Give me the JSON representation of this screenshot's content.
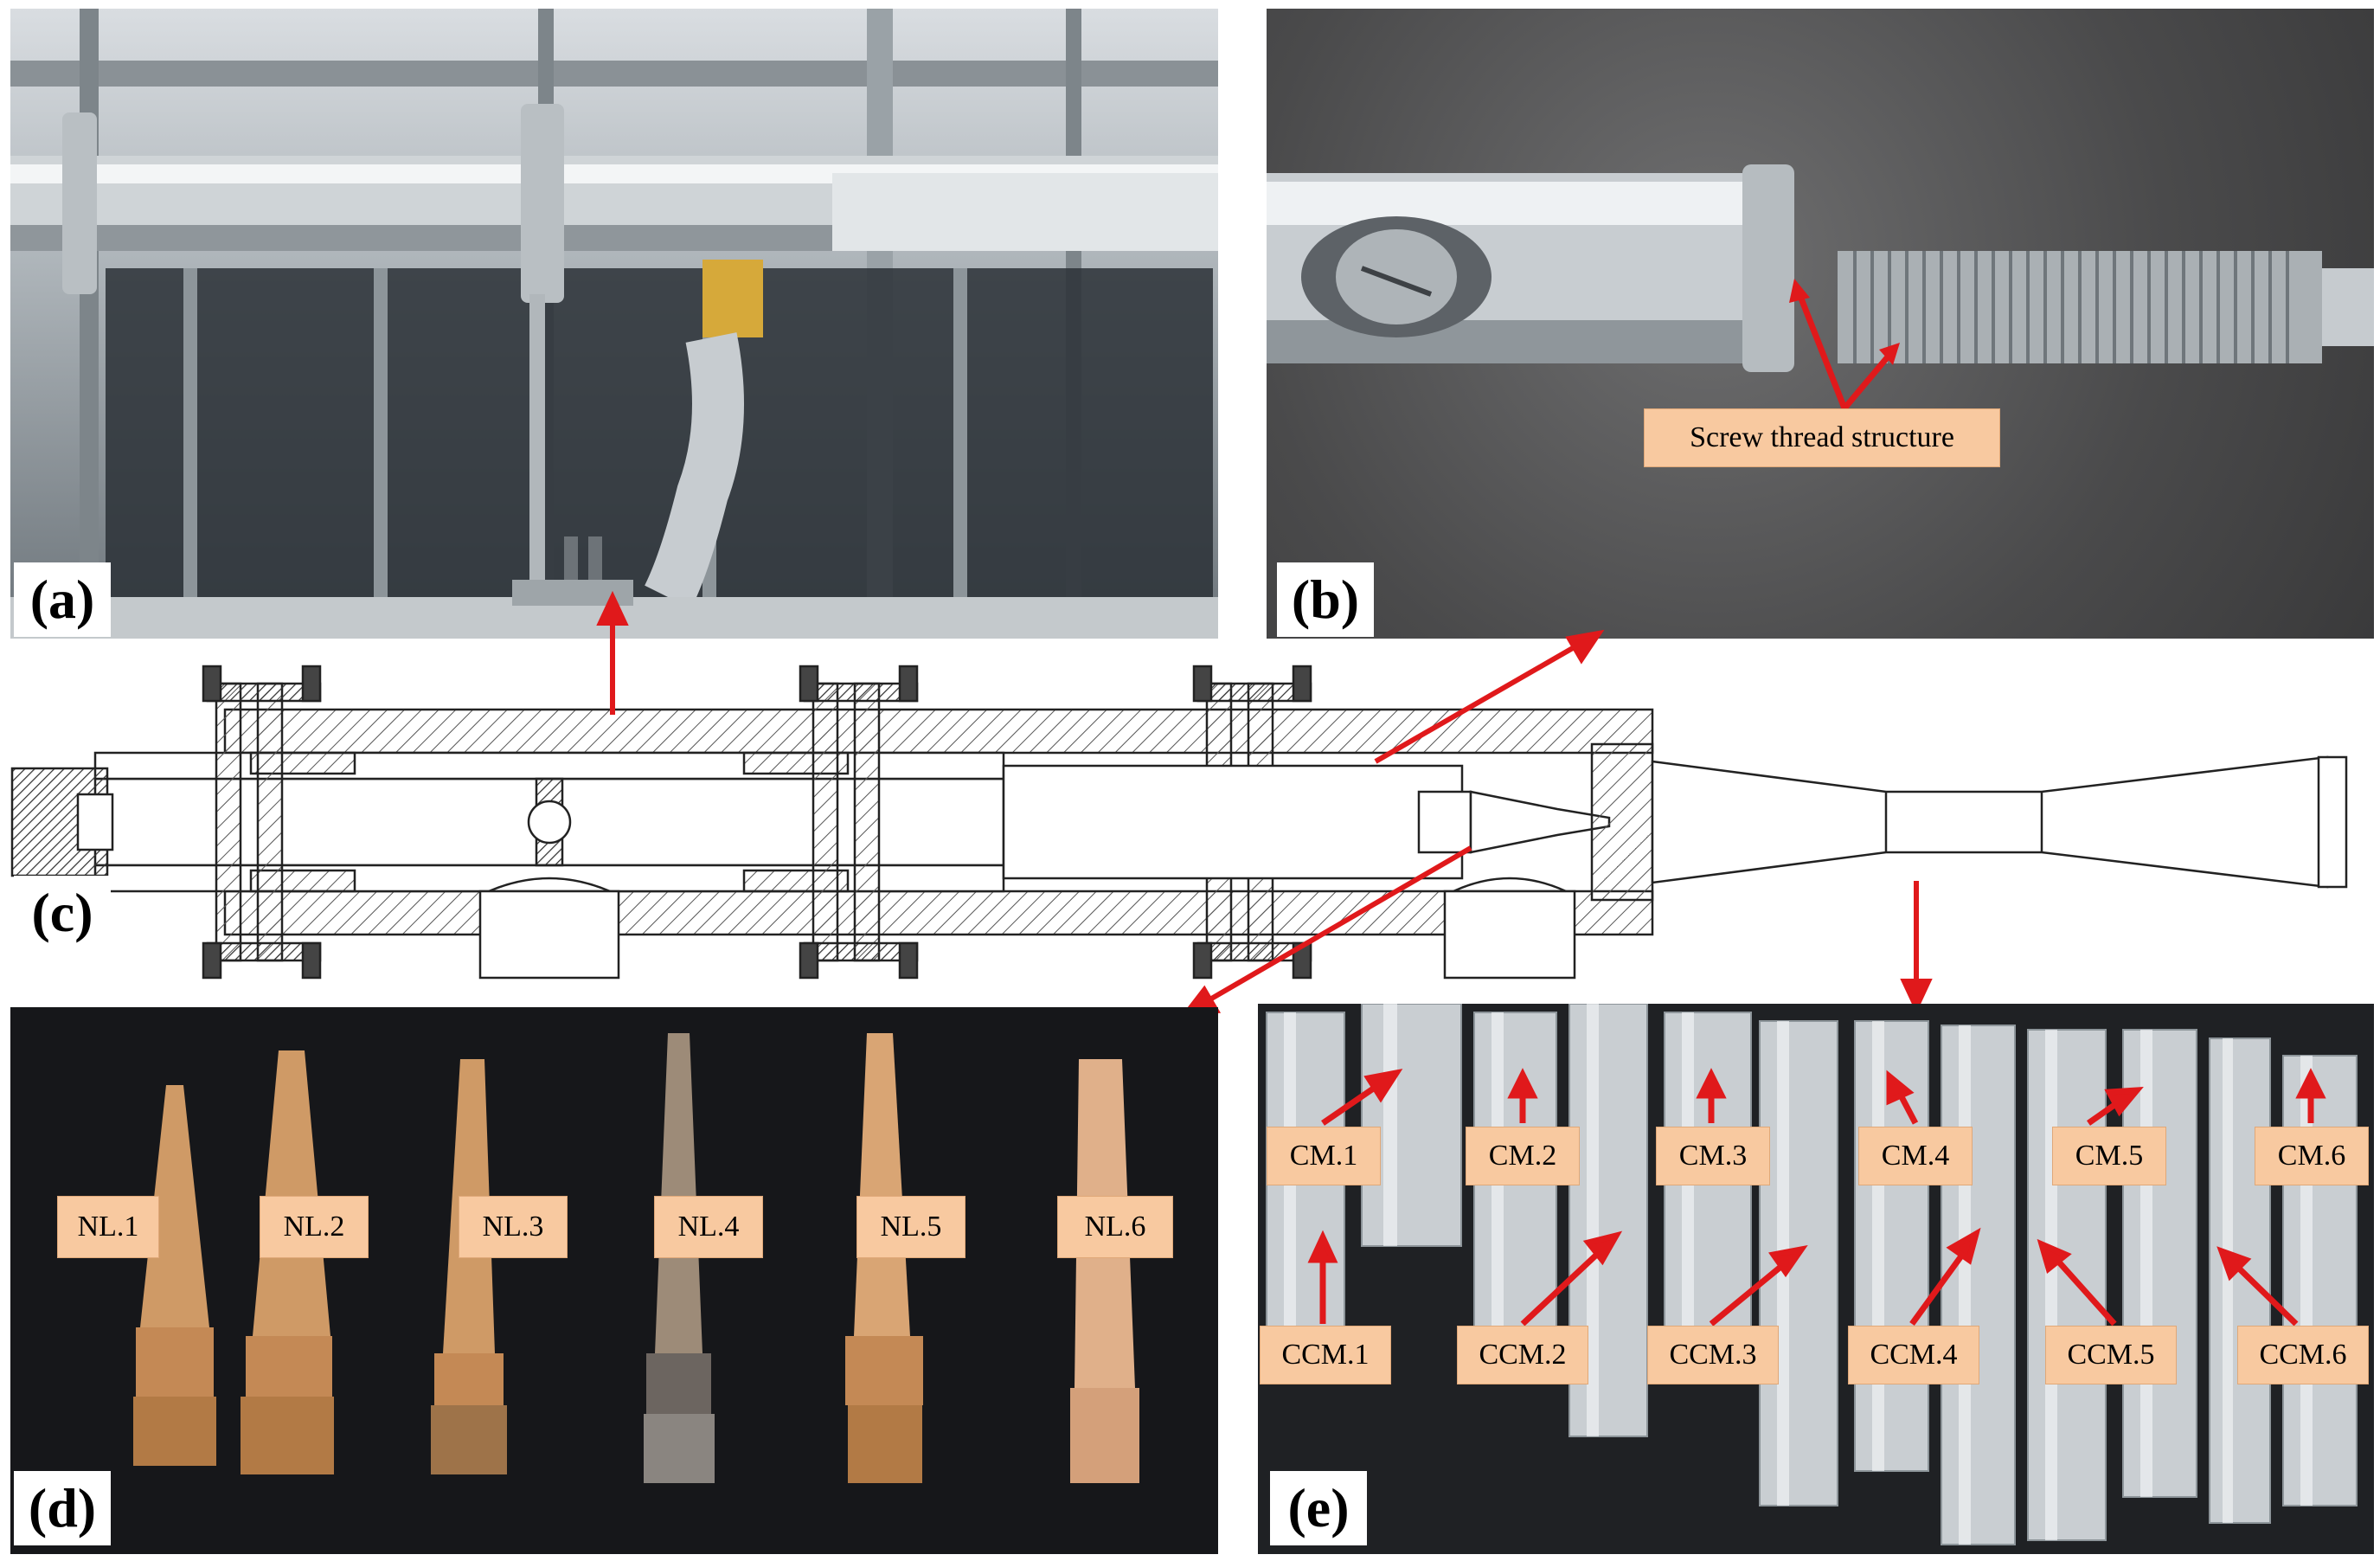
{
  "panels": {
    "a": "(a)",
    "b": "(b)",
    "c": "(c)",
    "d": "(d)",
    "e": "(e)"
  },
  "labels": {
    "screw_thread": "Screw thread structure",
    "nozzles": [
      "NL.1",
      "NL.2",
      "NL.3",
      "NL.4",
      "NL.5",
      "NL.6"
    ],
    "cm": [
      "CM.1",
      "CM.2",
      "CM.3",
      "CM.4",
      "CM.5",
      "CM.6"
    ],
    "ccm": [
      "CCM.1",
      "CCM.2",
      "CCM.3",
      "CCM.4",
      "CCM.5",
      "CCM.6"
    ]
  },
  "colors": {
    "arrow": "#e0191b",
    "tag_fill": "#f8c9a0",
    "copper": "#c98f5e",
    "steel": "#c9ced2"
  }
}
